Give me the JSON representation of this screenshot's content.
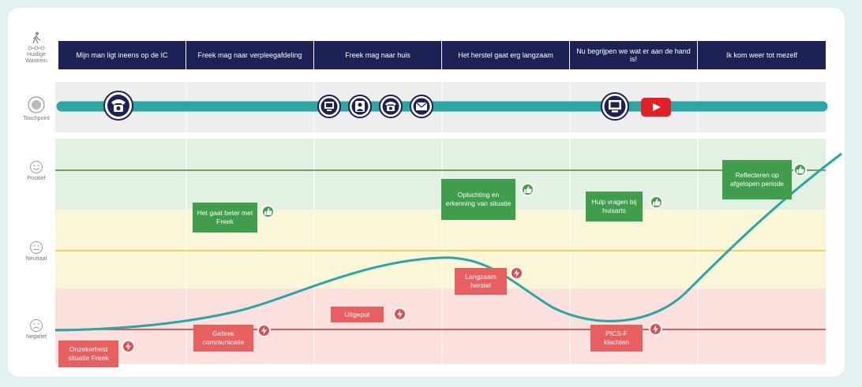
{
  "lanes": {
    "huidige": "Huidige Wantrein",
    "touchpoint": "Touchpoint",
    "positief": "Positief",
    "neutraal": "Neutraal",
    "negatief": "Negatief"
  },
  "phases": [
    "Mijn man ligt ineens op de IC",
    "Freek mag naar verpleegafdeling",
    "Freek mag naar huis",
    "Het herstel gaat erg langzaam",
    "Nu begrijpen we wat er aan de hand is!",
    "Ik kom weer tot mezelf"
  ],
  "touchpoints": [
    {
      "icon": "phone-icon"
    },
    {
      "icon": "monitor-icon"
    },
    {
      "icon": "person-icon"
    },
    {
      "icon": "phone-icon"
    },
    {
      "icon": "mail-icon"
    },
    {
      "icon": "monitor-icon"
    },
    {
      "icon": "video-play-icon"
    }
  ],
  "events": {
    "het_gaat_beter": "Het gaat beter met Freek",
    "opluchting": "Opluchting en erkenning van situatie",
    "hulp_vragen": "Hulp vragen bij huisarts",
    "reflecteren": "Reflecteren op afgelopen periode",
    "langzaam": "Langzaam herstel",
    "uitgeput": "Uitgeput",
    "gebrek": "Gebrek communicatie",
    "onzekerheid": "Onzekerheid situatie Freek",
    "pics": "PICS-F klachten"
  },
  "colors": {
    "navy": "#1e2153",
    "teal": "#2aa7a5",
    "positive_band": "#e3f1e2",
    "neutral_band": "#faf6d8",
    "negative_band": "#fbe0dd",
    "positive_line": "#4a8b3c",
    "neutral_line": "#e9c63a",
    "negative_line": "#c4363a"
  }
}
